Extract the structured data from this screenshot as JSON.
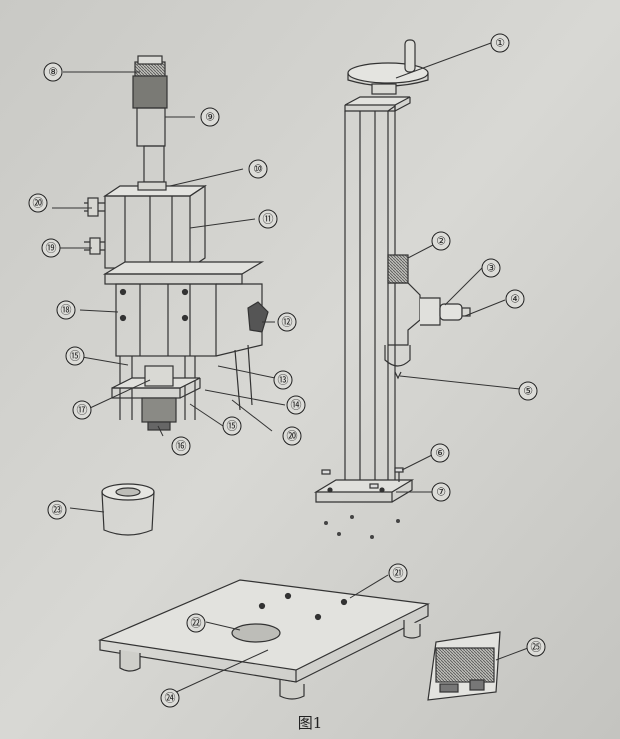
{
  "figure": {
    "caption": "图1",
    "callouts": [
      "①",
      "②",
      "③",
      "④",
      "⑤",
      "⑥",
      "⑦",
      "⑧",
      "⑨",
      "⑩",
      "⑪",
      "⑫",
      "⑬",
      "⑭",
      "⑮",
      "⑮",
      "⑯",
      "⑰",
      "⑱",
      "⑲",
      "⑳",
      "⑳",
      "㉑",
      "㉒",
      "㉓",
      "㉔",
      "㉕"
    ]
  }
}
